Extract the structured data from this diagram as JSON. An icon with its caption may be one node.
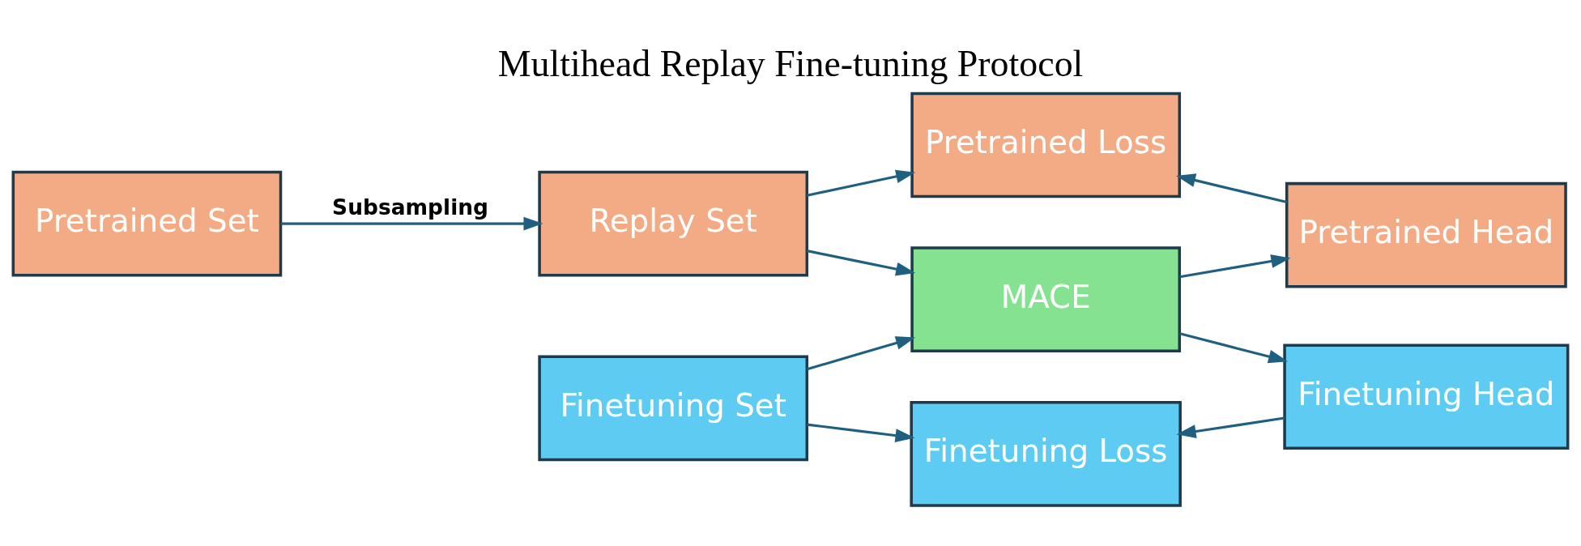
{
  "diagram": {
    "title": "Multihead Replay Fine-tuning Protocol",
    "nodes": [
      {
        "text": [
          "Finetuning Loss"
        ]
      },
      {
        "text": [
          "Finetuning Set"
        ]
      },
      {
        "text": [
          "MACE"
        ]
      },
      {
        "text": [
          "Finetuning Head"
        ]
      },
      {
        "text": [
          "Pretrained Set"
        ]
      },
      {
        "text": [
          "Replay Set"
        ]
      },
      {
        "text": [
          "Pretrained Head"
        ]
      },
      {
        "text": [
          "Pretrained Loss"
        ]
      }
    ],
    "edges": [
      {
        "from": 4,
        "to": 5,
        "arrow": "to",
        "label": "Subsampling"
      },
      {
        "from": 1,
        "to": 0,
        "arrow": "to"
      },
      {
        "from": 3,
        "to": 0,
        "arrow": "to"
      },
      {
        "from": 1,
        "to": 2,
        "arrow": "to"
      },
      {
        "from": 5,
        "to": 2,
        "arrow": "to"
      },
      {
        "from": 2,
        "to": 3,
        "arrow": "to"
      },
      {
        "from": 2,
        "to": 6,
        "arrow": "to"
      },
      {
        "from": 5,
        "to": 7,
        "arrow": "to"
      },
      {
        "from": 6,
        "to": 7,
        "arrow": "to"
      }
    ]
  }
}
